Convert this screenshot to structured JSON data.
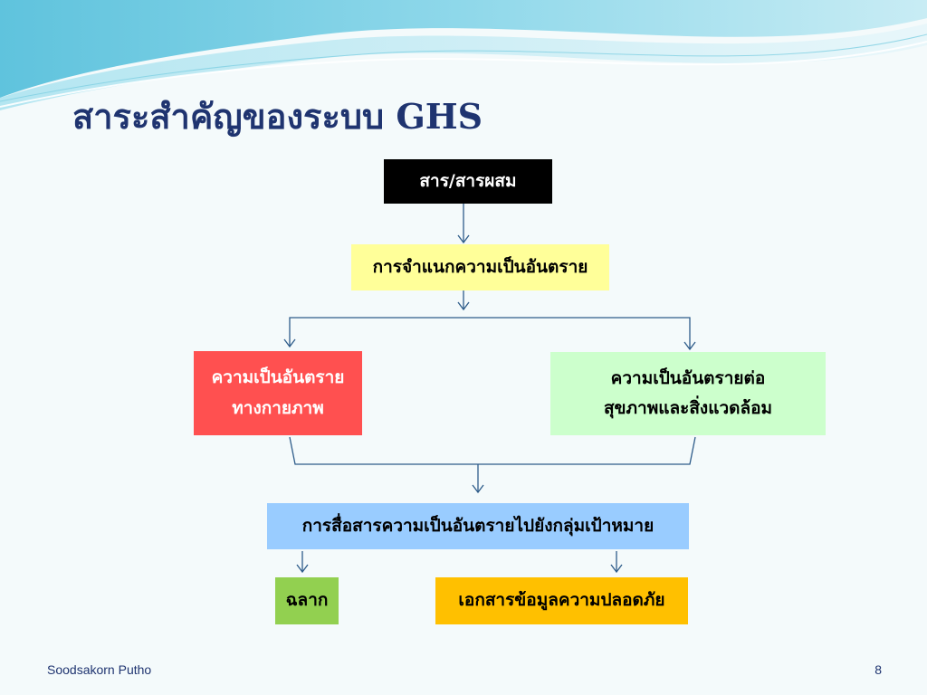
{
  "slide": {
    "title": "สาระสำคัญของระบบ GHS",
    "footer_author": "Soodsakorn Putho",
    "page_number": "8"
  },
  "diagram": {
    "nodes": [
      {
        "id": "substance",
        "lines": [
          "สาร/สารผสม"
        ],
        "color": "#000000"
      },
      {
        "id": "classification",
        "lines": [
          "การจำแนกความเป็นอันตราย"
        ],
        "color": "#ffff99"
      },
      {
        "id": "physical-hazard",
        "lines": [
          "ความเป็นอันตราย",
          "ทางกายภาพ"
        ],
        "color": "#ff5050"
      },
      {
        "id": "health-env-hazard",
        "lines": [
          "ความเป็นอันตรายต่อ",
          "สุขภาพและสิ่งแวดล้อม"
        ],
        "color": "#ccffcc"
      },
      {
        "id": "hazard-communication",
        "lines": [
          "การสื่อสารความเป็นอันตรายไปยังกลุ่มเป้าหมาย"
        ],
        "color": "#99ccff"
      },
      {
        "id": "label",
        "lines": [
          "ฉลาก"
        ],
        "color": "#92d050"
      },
      {
        "id": "sds",
        "lines": [
          "เอกสารข้อมูลความปลอดภัย"
        ],
        "color": "#ffc000"
      }
    ],
    "edges": [
      {
        "from": "substance",
        "to": "classification"
      },
      {
        "from": "classification",
        "to": "physical-hazard"
      },
      {
        "from": "classification",
        "to": "health-env-hazard"
      },
      {
        "from": "physical-hazard",
        "to": "hazard-communication"
      },
      {
        "from": "health-env-hazard",
        "to": "hazard-communication"
      },
      {
        "from": "hazard-communication",
        "to": "label"
      },
      {
        "from": "hazard-communication",
        "to": "sds"
      }
    ],
    "connector_color": "#2e5c8a"
  }
}
